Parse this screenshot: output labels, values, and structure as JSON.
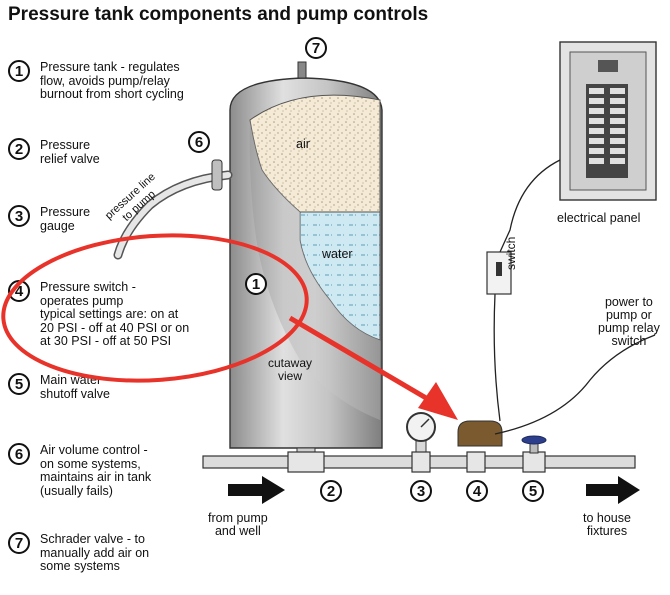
{
  "title": "Pressure tank components and pump controls",
  "legend": [
    {
      "num": "1",
      "text": "Pressure tank - regulates\nflow, avoids pump/relay\nburnout from short cycling"
    },
    {
      "num": "2",
      "text": "Pressure\nrelief valve"
    },
    {
      "num": "3",
      "text": "Pressure\ngauge"
    },
    {
      "num": "4",
      "text": "Pressure switch -\noperates pump\ntypical settings  are: on at\n20 PSI - off at 40 PSI or on\nat 30 PSI -  off at 50 PSI"
    },
    {
      "num": "5",
      "text": "Main water\nshutoff valve"
    },
    {
      "num": "6",
      "text": "Air volume control -\non some systems,\nmaintains air in tank\n(usually fails)"
    },
    {
      "num": "7",
      "text": "Schrader valve - to\nmanually add air on\nsome systems"
    }
  ],
  "labels": {
    "air": "air",
    "water": "water",
    "cutaway": "cutaway\nview",
    "pressure_line": "pressure line\nto pump",
    "electrical_panel": "electrical panel",
    "switch": "switch",
    "power": "power to\npump or\npump relay\nswitch",
    "from_pump": "from pump\nand well",
    "to_house": "to house\nfixtures"
  },
  "callouts": {
    "tank": "1",
    "relief": "2",
    "gauge": "3",
    "switch": "4",
    "shutoff": "5",
    "air_control": "6",
    "schrader": "7"
  },
  "colors": {
    "annotation": "#e8332a",
    "water": "#cfe9f2",
    "switch_body": "#7a5a2e",
    "valve_handle": "#2c3e8c"
  }
}
